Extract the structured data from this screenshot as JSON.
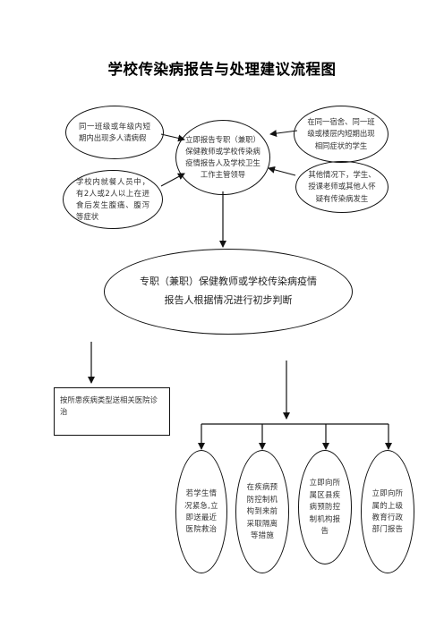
{
  "title": "学校传染病报告与处理建议流程图",
  "sources": {
    "class_leave": "同一班级或年级内短期内出现多人请病假",
    "canteen": "学校内就餐人员中，有2人或2人以上在进食后发生腹痛、腹泻等症状",
    "dorm": "在同一宿舍、同一班级或楼层内短期出现相同症状的学生",
    "other": "其他情况下，学生、授课老师或其他人怀疑有传染病发生"
  },
  "report": "立即报告专职（兼职）保健教师或学校传染病疫情报告人及学校卫生工作主管领导",
  "judgment": {
    "line1": "专职（兼职）保健教师或学校传染病疫情",
    "line2": "报告人根据情况进行初步判断"
  },
  "hospital": "按所患疾病类型送相关医院诊治",
  "actions": [
    "若学生情况紧急,立即送最近医院救治",
    "在疾病预防控制机构到来前采取隔离等措施",
    "立即向所属区县疾病预防控制机构报告",
    "立即向所属的上级教育行政部门报告"
  ]
}
